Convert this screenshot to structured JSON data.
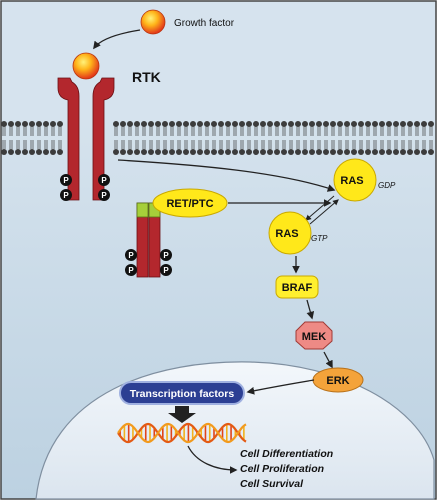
{
  "labels": {
    "growth_factor": "Growth factor",
    "rtk": "RTK",
    "ret_ptc": "RET/PTC",
    "ras_gdp": "RAS",
    "gdp": "GDP",
    "ras_gtp": "RAS",
    "gtp": "GTP",
    "braf": "BRAF",
    "mek": "MEK",
    "erk": "ERK",
    "transcription_factors": "Transcription factors",
    "phospho": "P",
    "outcomes": [
      "Cell Differentiation",
      "Cell Proliferation",
      "Cell Survival"
    ]
  },
  "colors": {
    "background": "#c9dbe8",
    "membrane_head": "#3c3c3c",
    "receptor": "#b3272d",
    "ras": "#ffe81a",
    "braf": "#ffef2e",
    "mek": "#ee8a85",
    "erk": "#f4a33a",
    "transcription_box": "#2c3f93",
    "nucleus": "#eaf0f6"
  },
  "icons": [
    "growth-factor-ball-icon",
    "phosphate-icon",
    "dna-helix-icon"
  ]
}
